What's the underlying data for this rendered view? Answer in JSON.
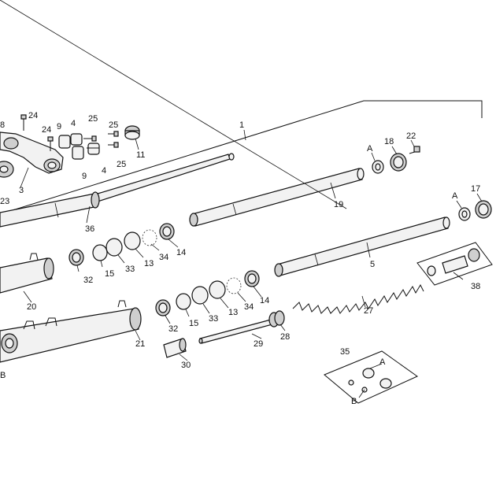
{
  "labels": {
    "l1": "1",
    "l3": "3",
    "l4a": "4",
    "l4b": "4",
    "l5": "5",
    "l8": "8",
    "l9a": "9",
    "l9b": "9",
    "l11": "11",
    "l13a": "13",
    "l13b": "13",
    "l14a": "14",
    "l14b": "14",
    "l15a": "15",
    "l15b": "15",
    "l17": "17",
    "l18": "18",
    "l19": "19",
    "l20": "20",
    "l21": "21",
    "l22": "22",
    "l23": "23",
    "l24a": "24",
    "l24b": "24",
    "l25a": "25",
    "l25b": "25",
    "l25c": "25",
    "l27": "27",
    "l28": "28",
    "l29": "29",
    "l30": "30",
    "l32a": "32",
    "l32b": "32",
    "l33a": "33",
    "l33b": "33",
    "l34a": "34",
    "l34b": "34",
    "l35": "35",
    "l36": "36",
    "l38": "38",
    "la1": "A",
    "la2": "A",
    "la3": "A",
    "lb1": "B",
    "lb2": "B"
  }
}
